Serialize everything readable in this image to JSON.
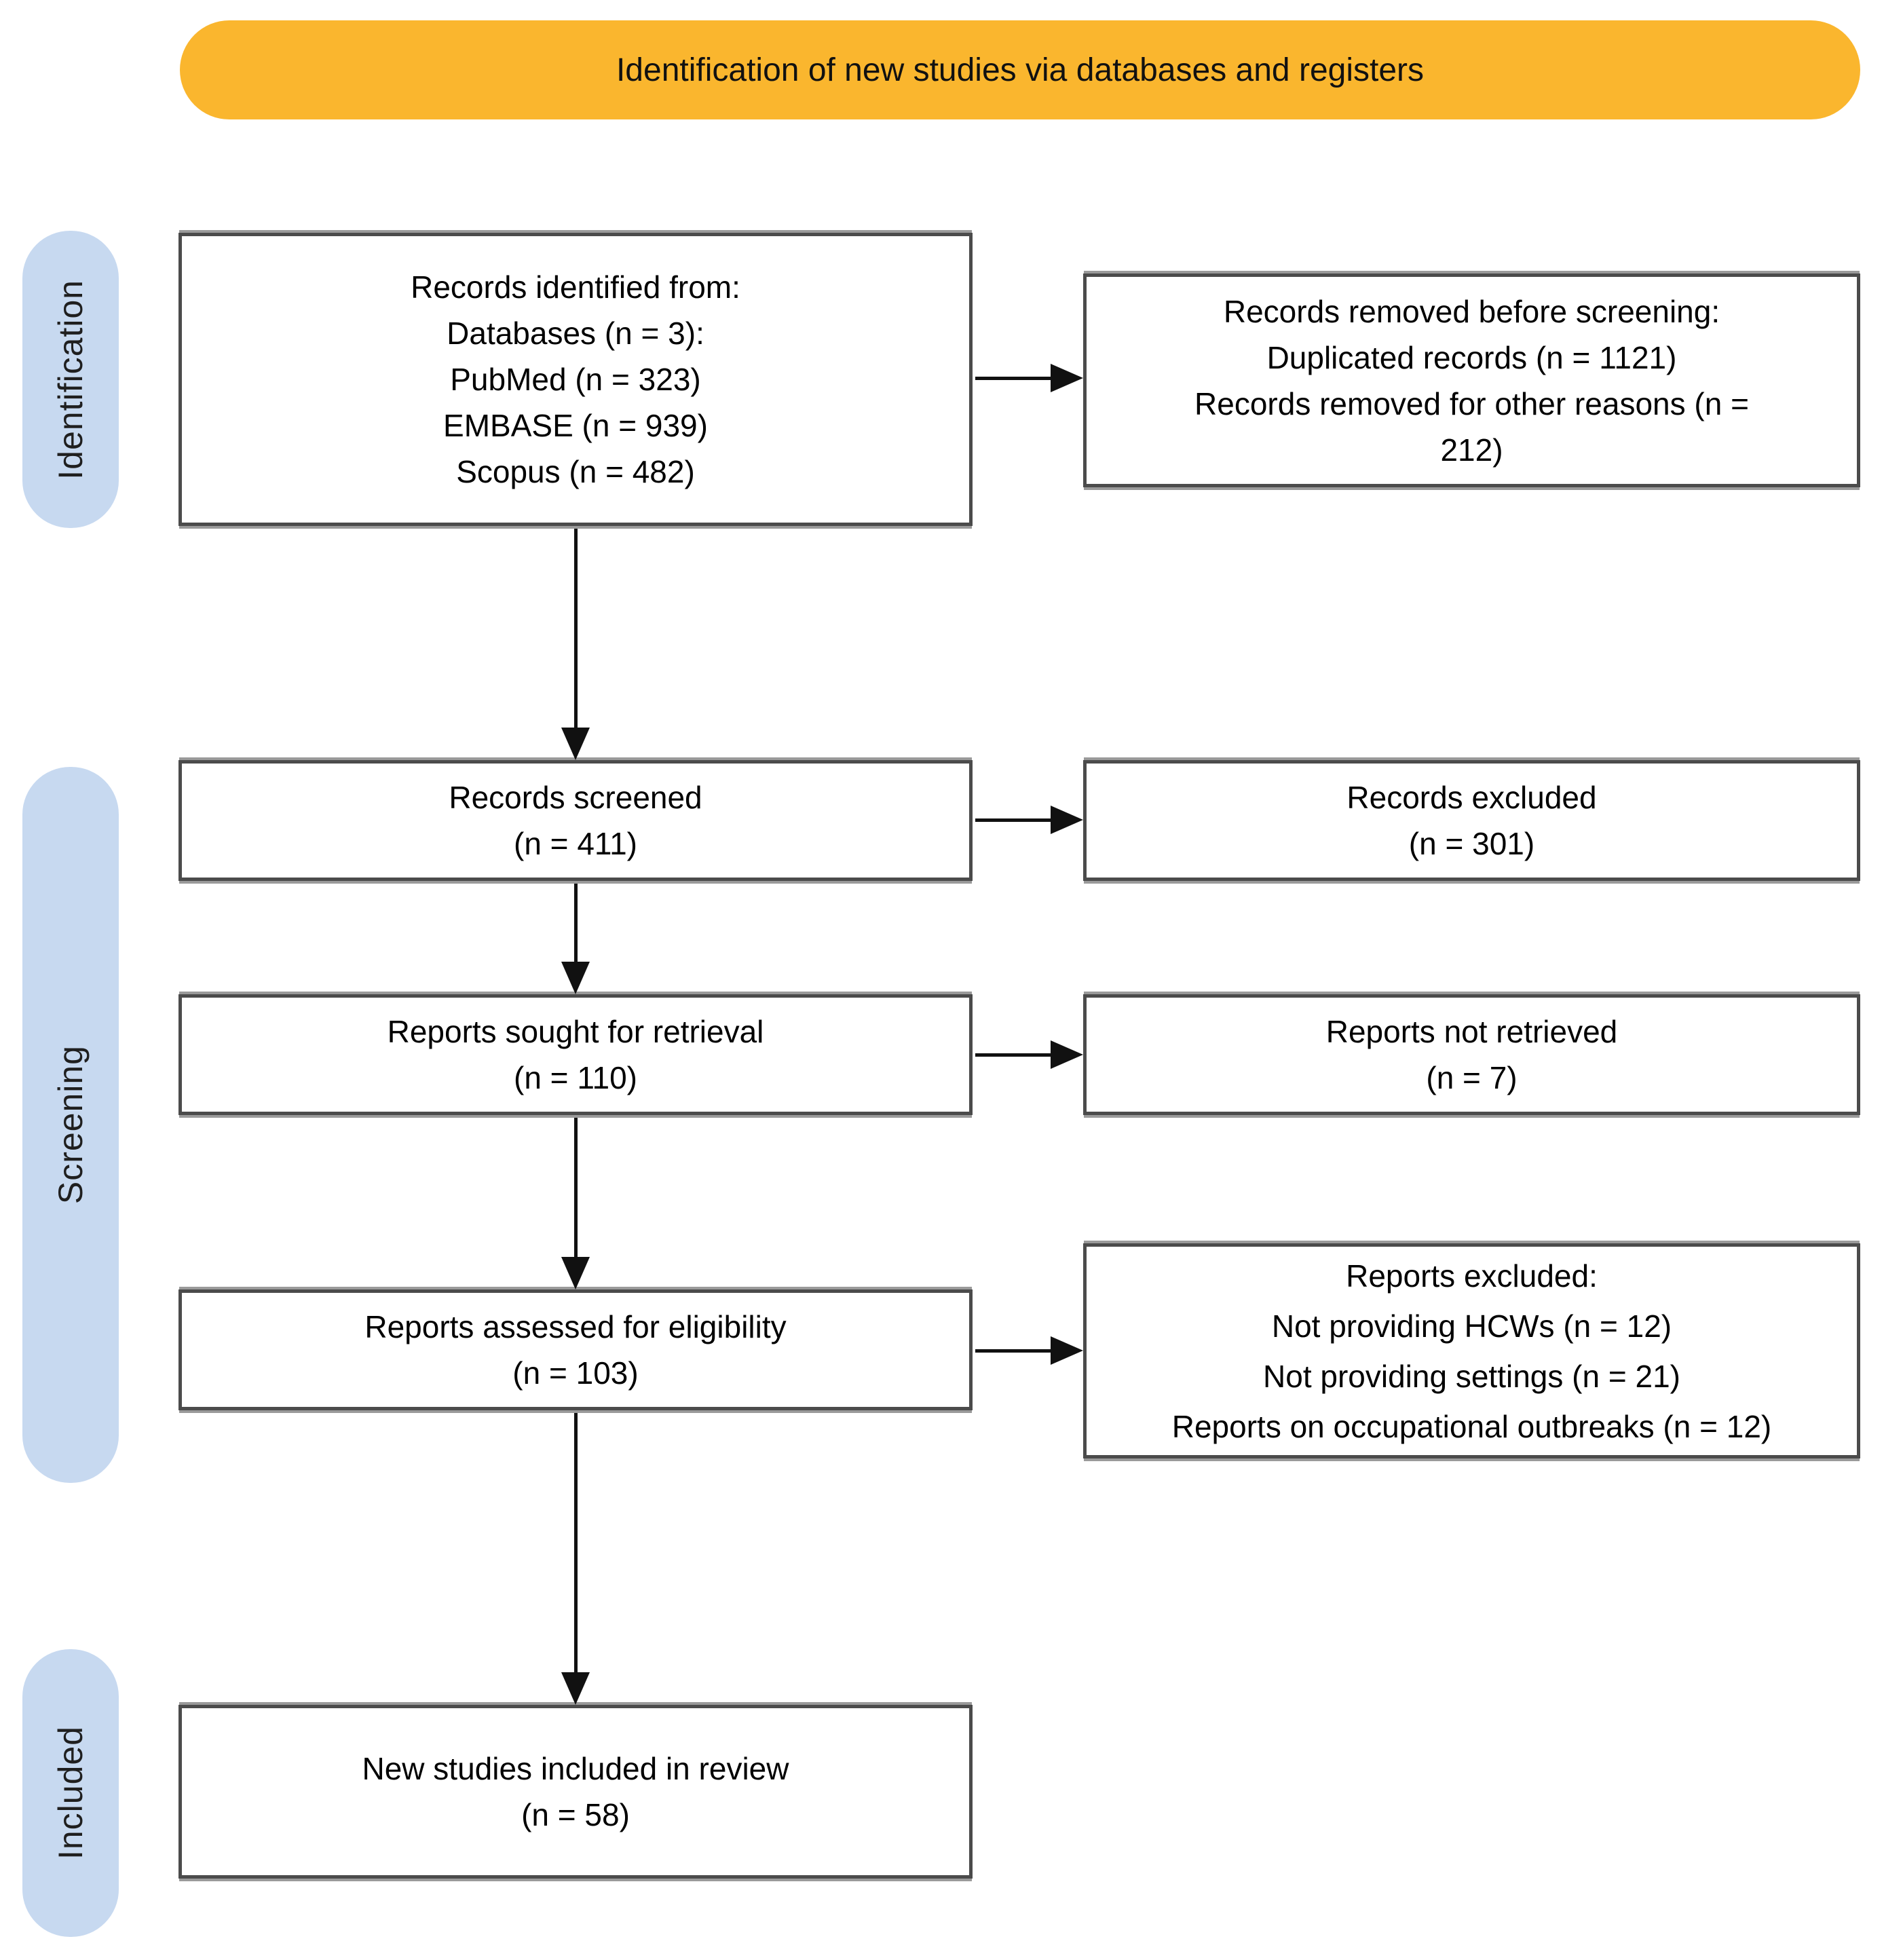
{
  "banner": {
    "label": "Identification of new studies via databases and registers"
  },
  "colors": {
    "banner_bg": "#FAB62E",
    "stage_bg": "#C7D9F0",
    "box_border": "#4b4b4b",
    "arrow": "#111111"
  },
  "stages": [
    {
      "label": "Identification"
    },
    {
      "label": "Screening"
    },
    {
      "label": "Included"
    }
  ],
  "boxes": {
    "records_identified": {
      "lines": [
        "Records identified from:",
        "Databases (n = 3):",
        "PubMed (n = 323)",
        "EMBASE (n = 939)",
        "Scopus (n = 482)"
      ]
    },
    "records_removed": {
      "lines": [
        "Records removed before screening:",
        "Duplicated records (n = 1121)",
        "Records removed for other reasons (n =",
        "212)"
      ]
    },
    "records_screened": {
      "lines": [
        "Records screened",
        "(n = 411)"
      ]
    },
    "records_excluded": {
      "lines": [
        "Records excluded",
        "(n = 301)"
      ]
    },
    "reports_sought": {
      "lines": [
        "Reports sought for retrieval",
        "(n = 110)"
      ]
    },
    "reports_not_retrieved": {
      "lines": [
        "Reports not retrieved",
        "(n = 7)"
      ]
    },
    "reports_assessed": {
      "lines": [
        "Reports assessed for eligibility",
        "(n = 103)"
      ]
    },
    "reports_excluded": {
      "lines": [
        "Reports excluded:",
        "Not providing HCWs (n = 12)",
        "Not providing settings (n = 21)",
        "Reports on occupational outbreaks (n = 12)"
      ]
    },
    "new_studies": {
      "lines": [
        "New studies included in review",
        "(n = 58)"
      ]
    }
  }
}
